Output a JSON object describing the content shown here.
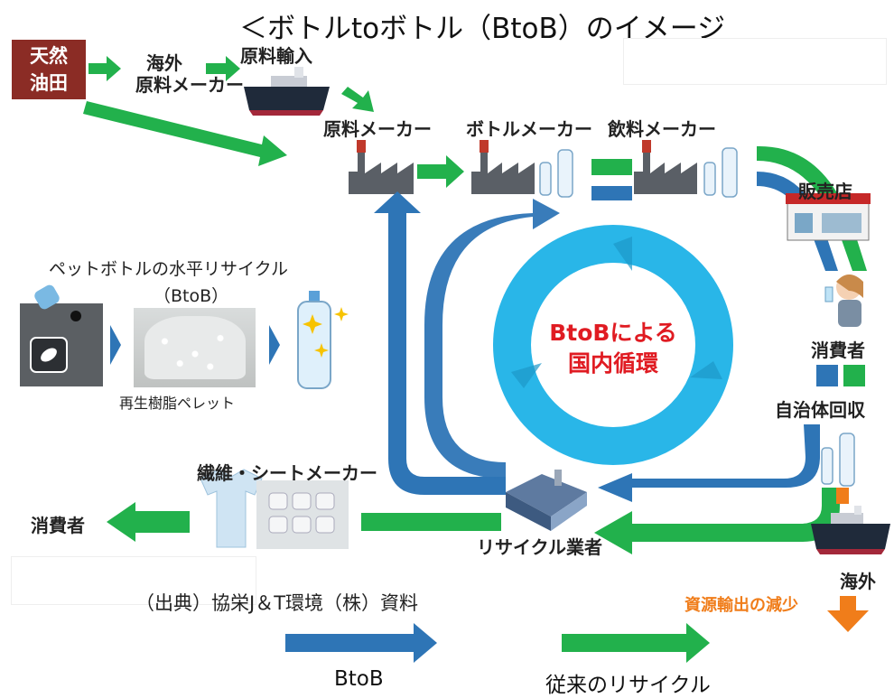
{
  "title": "＜ボトルtoボトル（BtoB）のイメージ",
  "oil_field": [
    "天然",
    "油田"
  ],
  "overseas_maker": [
    "海外",
    "原料メーカー"
  ],
  "raw_import": "原料輸入",
  "raw_material_maker": "原料メーカー",
  "bottle_maker": "ボトルメーカー",
  "beverage_maker": "飲料メーカー",
  "retailer": "販売店",
  "consumer_right": "消費者",
  "municipal_collection": "自治体回収",
  "overseas": "海外",
  "export_reduction": "資源輸出の減少",
  "recycler": "リサイクル業者",
  "fiber_sheet_maker": "繊維・シートメーカー",
  "consumer_left": "消費者",
  "pet_horizontal": "ペットボトルの水平リサイクル",
  "btob_paren": "（BtoB）",
  "recycled_pellet": "再生樹脂ペレット",
  "cycle_center": [
    "BtoBによる",
    "国内循環"
  ],
  "source": "（出典）協栄J＆T環境（株）資料",
  "legend": [
    {
      "label": "BtoB",
      "color": "#2e75b6"
    },
    {
      "label": "従来のリサイクル",
      "color": "#22b14c"
    }
  ],
  "colors": {
    "blue": "#2e75b6",
    "green": "#22b14c",
    "orange": "#f07d1a",
    "ring": "#29b6e8",
    "ring_dark": "#1c98c9",
    "red_text": "#e01b22",
    "oil_box": "#8b2c25"
  },
  "icons": [
    "factory-icon",
    "bottle-icon",
    "ship-icon",
    "store-icon",
    "person-icon",
    "recycle-bin-icon",
    "tshirt-icon",
    "warehouse-icon",
    "sparkle-bottle-icon"
  ]
}
